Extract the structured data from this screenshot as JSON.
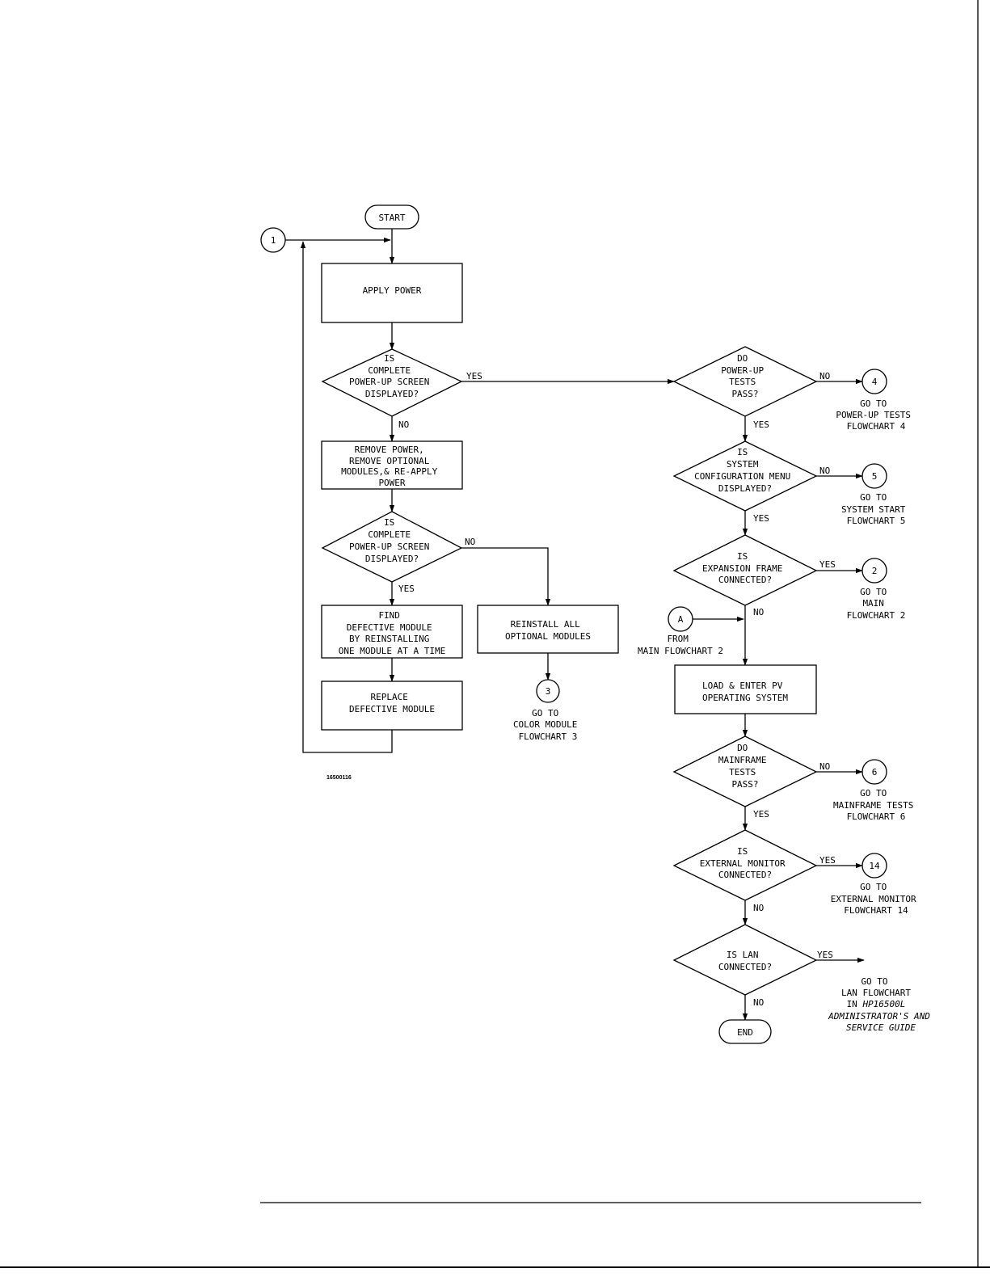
{
  "flowchart": {
    "start": "START",
    "end": "END",
    "figure_code": "16500116",
    "connectors": {
      "c1": "1",
      "c2": "2",
      "c3": "3",
      "c4": "4",
      "c5": "5",
      "c6": "6",
      "c14": "14",
      "cA": "A"
    },
    "boxes": {
      "apply_power": [
        "APPLY POWER"
      ],
      "remove_power": [
        "REMOVE POWER,",
        "REMOVE OPTIONAL",
        "MODULES,& RE-APPLY",
        "POWER"
      ],
      "find_defective": [
        "FIND",
        "DEFECTIVE MODULE",
        "BY REINSTALLING",
        "ONE MODULE AT A TIME"
      ],
      "replace_defective": [
        "REPLACE",
        "DEFECTIVE MODULE"
      ],
      "reinstall_all": [
        "REINSTALL ALL",
        "OPTIONAL MODULES"
      ],
      "load_enter": [
        "LOAD & ENTER  PV",
        "OPERATING SYSTEM"
      ]
    },
    "decisions": {
      "complete_screen_1": [
        "IS",
        "COMPLETE",
        "POWER-UP SCREEN",
        "DISPLAYED?"
      ],
      "complete_screen_2": [
        "IS",
        "COMPLETE",
        "POWER-UP SCREEN",
        "DISPLAYED?"
      ],
      "powerup_tests": [
        "DO",
        "POWER-UP",
        "TESTS",
        "PASS?"
      ],
      "system_config": [
        "IS",
        "SYSTEM",
        "CONFIGURATION MENU",
        "DISPLAYED?"
      ],
      "expansion_frame": [
        "IS",
        "EXPANSION FRAME",
        "CONNECTED?"
      ],
      "mainframe_tests": [
        "DO",
        "MAINFRAME",
        "TESTS",
        "PASS?"
      ],
      "external_monitor": [
        "IS",
        "EXTERNAL MONITOR",
        "CONNECTED?"
      ],
      "lan_connected": [
        "IS LAN",
        "CONNECTED?"
      ]
    },
    "edge_labels": {
      "yes": "YES",
      "no": "NO"
    },
    "notes": {
      "goto_4": [
        "GO TO",
        "POWER-UP TESTS",
        "FLOWCHART 4"
      ],
      "goto_5": [
        "GO TO",
        "SYSTEM START",
        "FLOWCHART 5"
      ],
      "goto_2": [
        "GO TO",
        "MAIN",
        "FLOWCHART 2"
      ],
      "from_a": [
        "FROM",
        "MAIN FLOWCHART 2"
      ],
      "goto_3": [
        "GO TO",
        "COLOR MODULE",
        "FLOWCHART 3"
      ],
      "goto_6": [
        "GO TO",
        "MAINFRAME TESTS",
        "FLOWCHART 6"
      ],
      "goto_14": [
        "GO TO",
        "EXTERNAL MONITOR",
        "FLOWCHART 14"
      ],
      "goto_lan_1": "GO TO",
      "goto_lan_2": "LAN FLOWCHART",
      "goto_lan_3a": "IN ",
      "goto_lan_3b": "HP16500L",
      "goto_lan_4": "ADMINISTRATOR'S AND",
      "goto_lan_5": "SERVICE GUIDE"
    }
  }
}
